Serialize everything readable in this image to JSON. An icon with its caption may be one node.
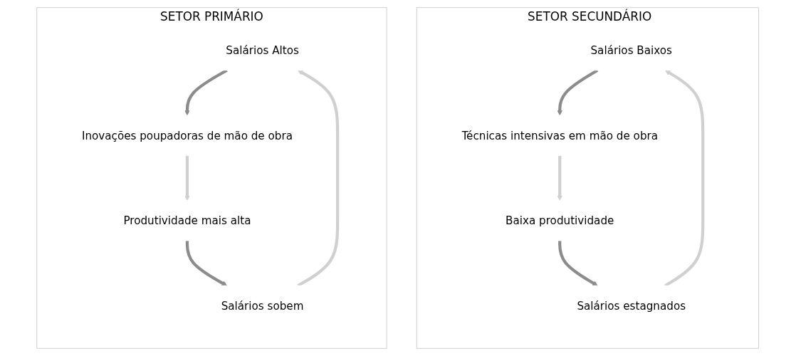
{
  "diagram": {
    "nodes": [
      {
        "text": [
          "SETOR PRIMÁRIO"
        ]
      },
      {
        "text": [
          "Salários Altos"
        ],
        "in": 0
      },
      {
        "text": [
          "Inovações poupadoras de mão de obra"
        ],
        "in": 0
      },
      {
        "text": [
          "Produtividade mais alta"
        ],
        "in": 0
      },
      {
        "text": [
          "Salários sobem"
        ],
        "in": 0
      },
      {
        "text": [
          "SETOR SECUNDÁRIO"
        ]
      },
      {
        "text": [
          "Salários Baixos"
        ],
        "in": 5
      },
      {
        "text": [
          "Técnicas intensivas em mão de obra"
        ],
        "in": 5
      },
      {
        "text": [
          "Baixa produtividade"
        ],
        "in": 5
      },
      {
        "text": [
          "Salários estagnados"
        ],
        "in": 5
      }
    ],
    "edges": [
      {
        "from": 1,
        "to": 2,
        "arrow": "to",
        "color": "#8c8c8c"
      },
      {
        "from": 2,
        "to": 3,
        "arrow": "to",
        "color": "#d0d0d0"
      },
      {
        "from": 3,
        "to": 4,
        "arrow": "to",
        "color": "#8c8c8c"
      },
      {
        "from": 4,
        "to": 1,
        "arrow": "to",
        "color": "#d0d0d0"
      },
      {
        "from": 6,
        "to": 7,
        "arrow": "to",
        "color": "#8c8c8c"
      },
      {
        "from": 7,
        "to": 8,
        "arrow": "to",
        "color": "#d0d0d0"
      },
      {
        "from": 8,
        "to": 9,
        "arrow": "to",
        "color": "#8c8c8c"
      },
      {
        "from": 9,
        "to": 6,
        "arrow": "to",
        "color": "#d0d0d0"
      }
    ]
  }
}
